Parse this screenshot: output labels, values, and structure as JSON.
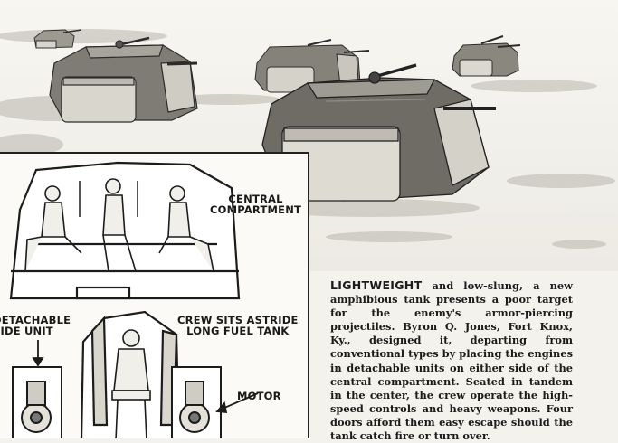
{
  "labels": {
    "central_compartment": [
      "CENTRAL",
      "COMPARTMENT"
    ],
    "detachable_side_unit": [
      "DETACHABLE",
      "SIDE UNIT"
    ],
    "crew_sits": [
      "CREW SITS ASTRIDE",
      "LONG FUEL TANK"
    ],
    "motor": "MOTOR"
  },
  "caption": {
    "lead": "LIGHTWEIGHT",
    "body": " and low-slung, a new amphibious tank presents a poor target for the enemy's armor-piercing projectiles. Byron Q. Jones, Fort Knox, Ky., designed it, departing from conventional types by placing the engines in detachable units on either side of the central compartment. Seated in tandem in the center, the crew operate the high-speed controls and heavy weapons. Four doors afford them easy escape should the tank catch fire or turn over."
  }
}
